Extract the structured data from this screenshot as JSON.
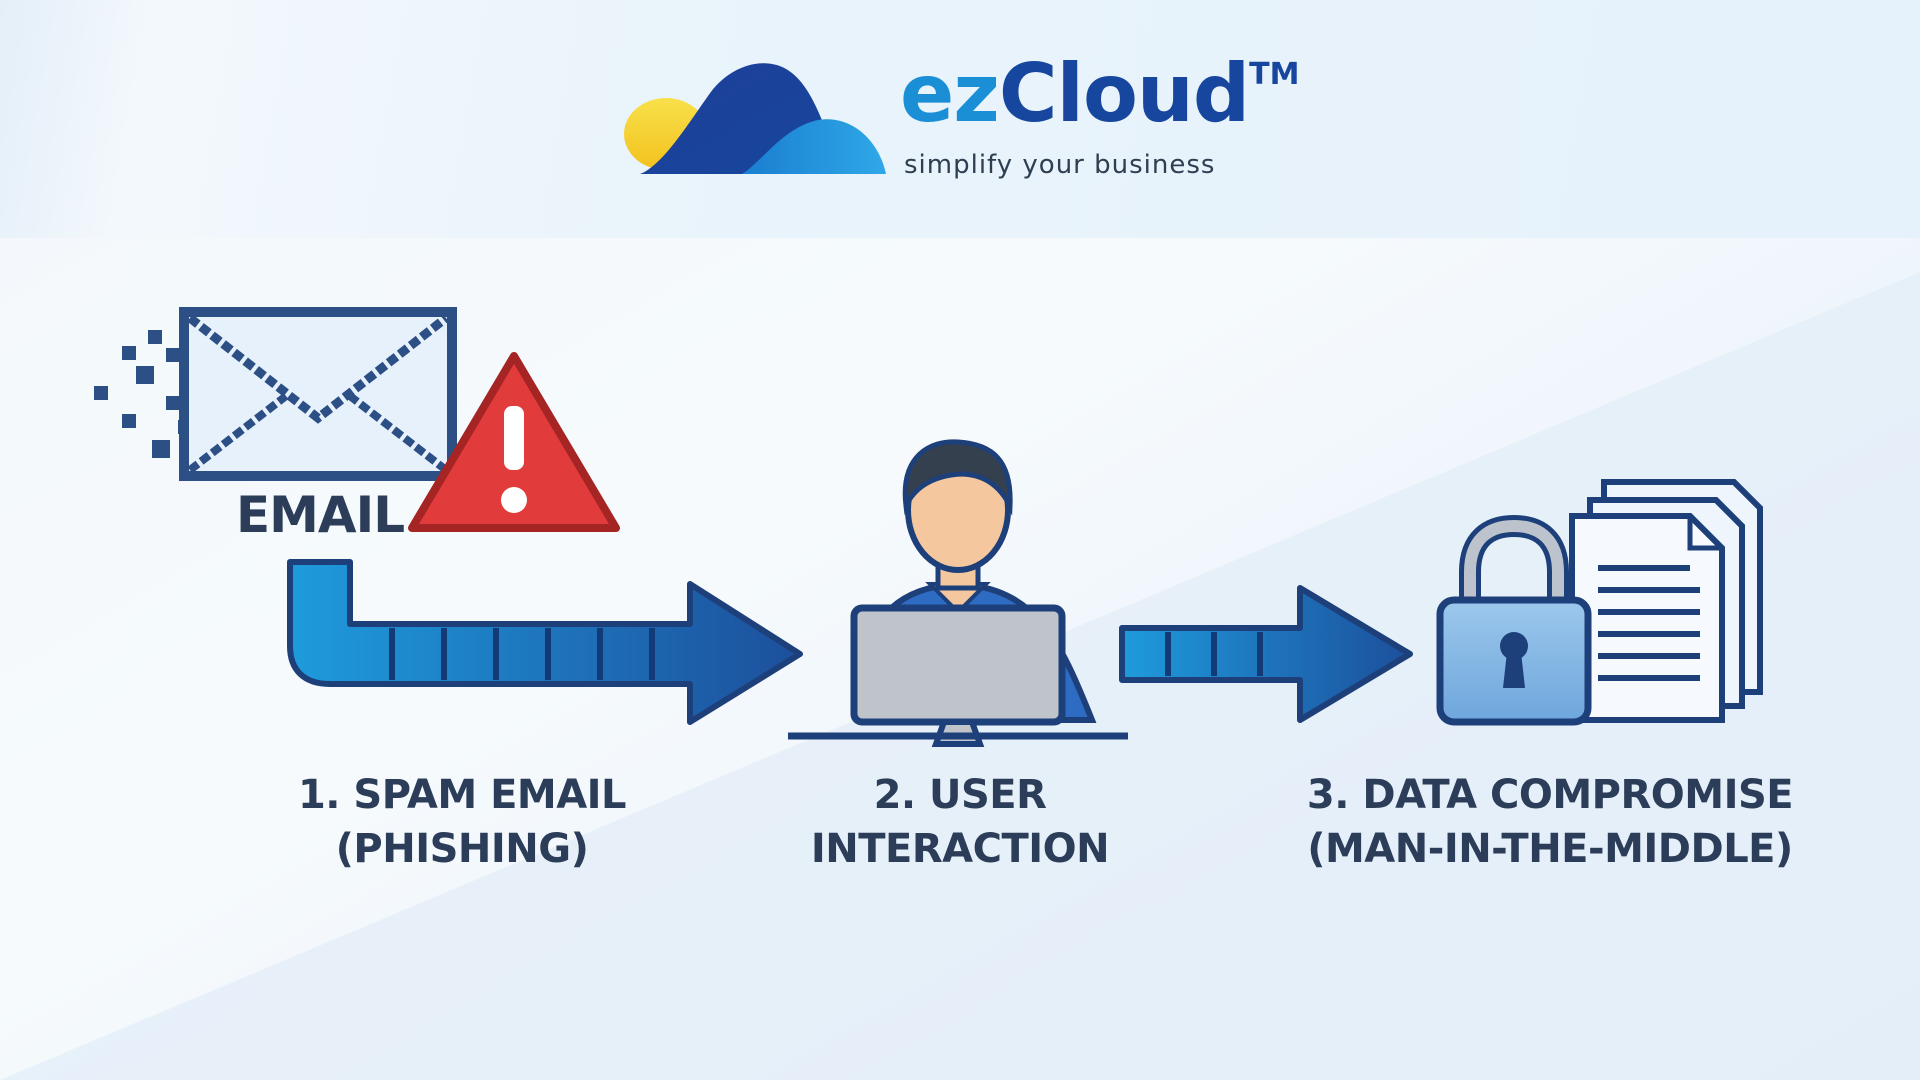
{
  "brand": {
    "name_prefix": "ez",
    "name_suffix": "Cloud",
    "trademark": "TM",
    "tagline": "simplify your business",
    "colors": {
      "primary": "#17469e",
      "accent": "#1a8fd6",
      "sun": "#f5d63a"
    }
  },
  "diagram": {
    "email_label": "EMAIL",
    "steps": [
      {
        "line1": "1. SPAM EMAIL",
        "line2": "(PHISHING)"
      },
      {
        "line1": "2. USER",
        "line2": "INTERACTION"
      },
      {
        "line1": "3. DATA COMPROMISE",
        "line2": "(MAN-IN-THE-MIDDLE)"
      }
    ],
    "icons": {
      "email": "envelope-icon",
      "warning": "warning-icon",
      "user": "user-computer-icon",
      "lock": "padlock-icon",
      "documents": "documents-icon"
    },
    "colors": {
      "arrow_dark": "#1d4f9c",
      "arrow_light": "#1e9bdc",
      "warning_red": "#e23b3b",
      "text": "#2b3d58"
    }
  }
}
